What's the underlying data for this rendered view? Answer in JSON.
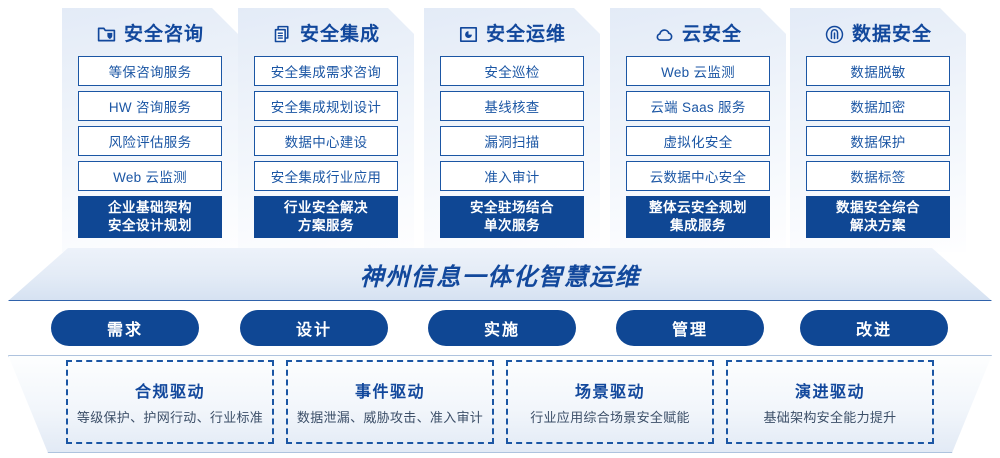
{
  "banner": {
    "text": "神州信息一体化智慧运维"
  },
  "pillars": [
    {
      "icon": "shield-folder-icon",
      "title": "安全咨询",
      "items": [
        "等保咨询服务",
        "HW 咨询服务",
        "风险评估服务",
        "Web 云监测"
      ],
      "summary_line1": "企业基础架构",
      "summary_line2": "安全设计规划"
    },
    {
      "icon": "documents-stack-icon",
      "title": "安全集成",
      "items": [
        "安全集成需求咨询",
        "安全集成规划设计",
        "数据中心建设",
        "安全集成行业应用"
      ],
      "summary_line1": "行业安全解决",
      "summary_line2": "方案服务"
    },
    {
      "icon": "monitor-chart-icon",
      "title": "安全运维",
      "items": [
        "安全巡检",
        "基线核查",
        "漏洞扫描",
        "准入审计"
      ],
      "summary_line1": "安全驻场结合",
      "summary_line2": "单次服务"
    },
    {
      "icon": "cloud-icon",
      "title": "云安全",
      "items": [
        "Web 云监测",
        "云端 Saas 服务",
        "虚拟化安全",
        "云数据中心安全"
      ],
      "summary_line1": "整体云安全规划",
      "summary_line2": "集成服务"
    },
    {
      "icon": "fingerprint-icon",
      "title": "数据安全",
      "items": [
        "数据脱敏",
        "数据加密",
        "数据保护",
        "数据标签"
      ],
      "summary_line1": "数据安全综合",
      "summary_line2": "解决方案"
    }
  ],
  "stages": [
    {
      "label": "需求"
    },
    {
      "label": "设计"
    },
    {
      "label": "实施"
    },
    {
      "label": "管理"
    },
    {
      "label": "改进"
    }
  ],
  "drivers": [
    {
      "title": "合规驱动",
      "desc": "等级保护、护网行动、行业标准"
    },
    {
      "title": "事件驱动",
      "desc": "数据泄漏、威胁攻击、准入审计"
    },
    {
      "title": "场景驱动",
      "desc": "行业应用综合场景安全赋能"
    },
    {
      "title": "演进驱动",
      "desc": "基础架构安全能力提升"
    }
  ],
  "colors": {
    "brand_blue": "#12489c",
    "deep_blue": "#0f4794",
    "border_blue": "#1b56a4",
    "card_bg_top": "#e3ebf7",
    "card_bg_bottom": "#fefeff"
  }
}
